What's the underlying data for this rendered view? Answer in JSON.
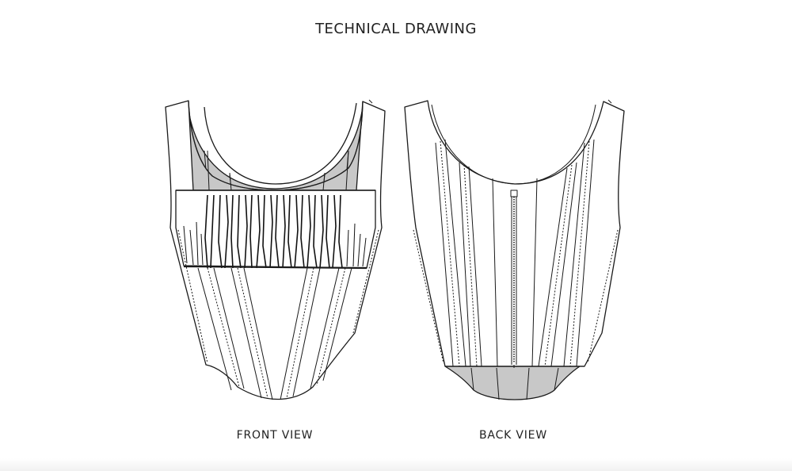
{
  "title": "TECHNICAL DRAWING",
  "views": {
    "front_label": "FRONT VIEW",
    "back_label": "BACK VIEW"
  },
  "colors": {
    "line": "#1a1a1a",
    "lining": "#c8c8c8",
    "background": "#ffffff"
  }
}
